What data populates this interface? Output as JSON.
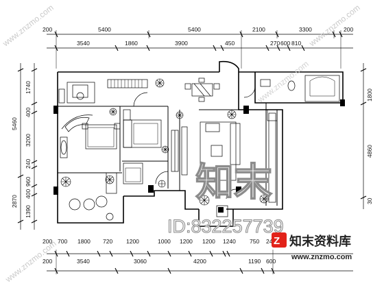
{
  "dims": {
    "top_outer": [
      "200",
      "5400",
      "5400",
      "2100",
      "3300",
      "200"
    ],
    "top_inner": [
      "3540",
      "1860",
      "3900",
      "450",
      "270",
      "600",
      "810"
    ],
    "bottom_inner": [
      "200",
      "700",
      "1800",
      "720",
      "1200",
      "1000",
      "1200",
      "1200",
      "1240",
      "750",
      "240"
    ],
    "bottom_outer": [
      "200",
      "3540",
      "3060",
      "4200",
      "1190",
      "600"
    ],
    "left_outer": [
      "5460",
      "2870"
    ],
    "left_inner": [
      "1740",
      "400",
      "3200",
      "240",
      "960",
      "400",
      "1390"
    ],
    "right": [
      "1800",
      "4860",
      "30"
    ]
  },
  "watermark": {
    "logo_text": "知末",
    "id_text": "ID:832257739",
    "brand_text": "知末资料库",
    "url_text": "www.znzmo.com",
    "diag_text": "www.znzmo.com"
  },
  "colors": {
    "line": "#000000",
    "watermark": "#9a9a9a",
    "brand_red": "#e2231a"
  }
}
